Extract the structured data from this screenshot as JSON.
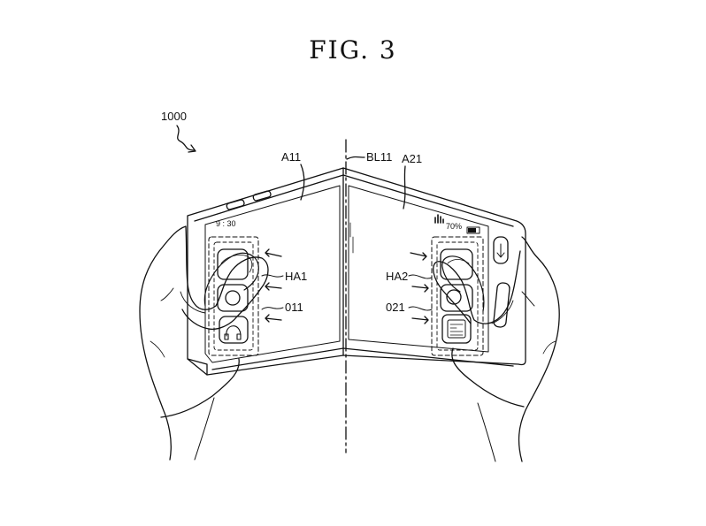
{
  "figure": {
    "title": "FIG. 3",
    "labels": {
      "device": "1000",
      "area_left": "A11",
      "bending_line": "BL11",
      "area_right": "A21",
      "hold_area_left": "HA1",
      "object_left": "011",
      "hold_area_right": "HA2",
      "object_right": "021"
    },
    "screen": {
      "clock": "9 : 30",
      "battery": "70%"
    }
  }
}
